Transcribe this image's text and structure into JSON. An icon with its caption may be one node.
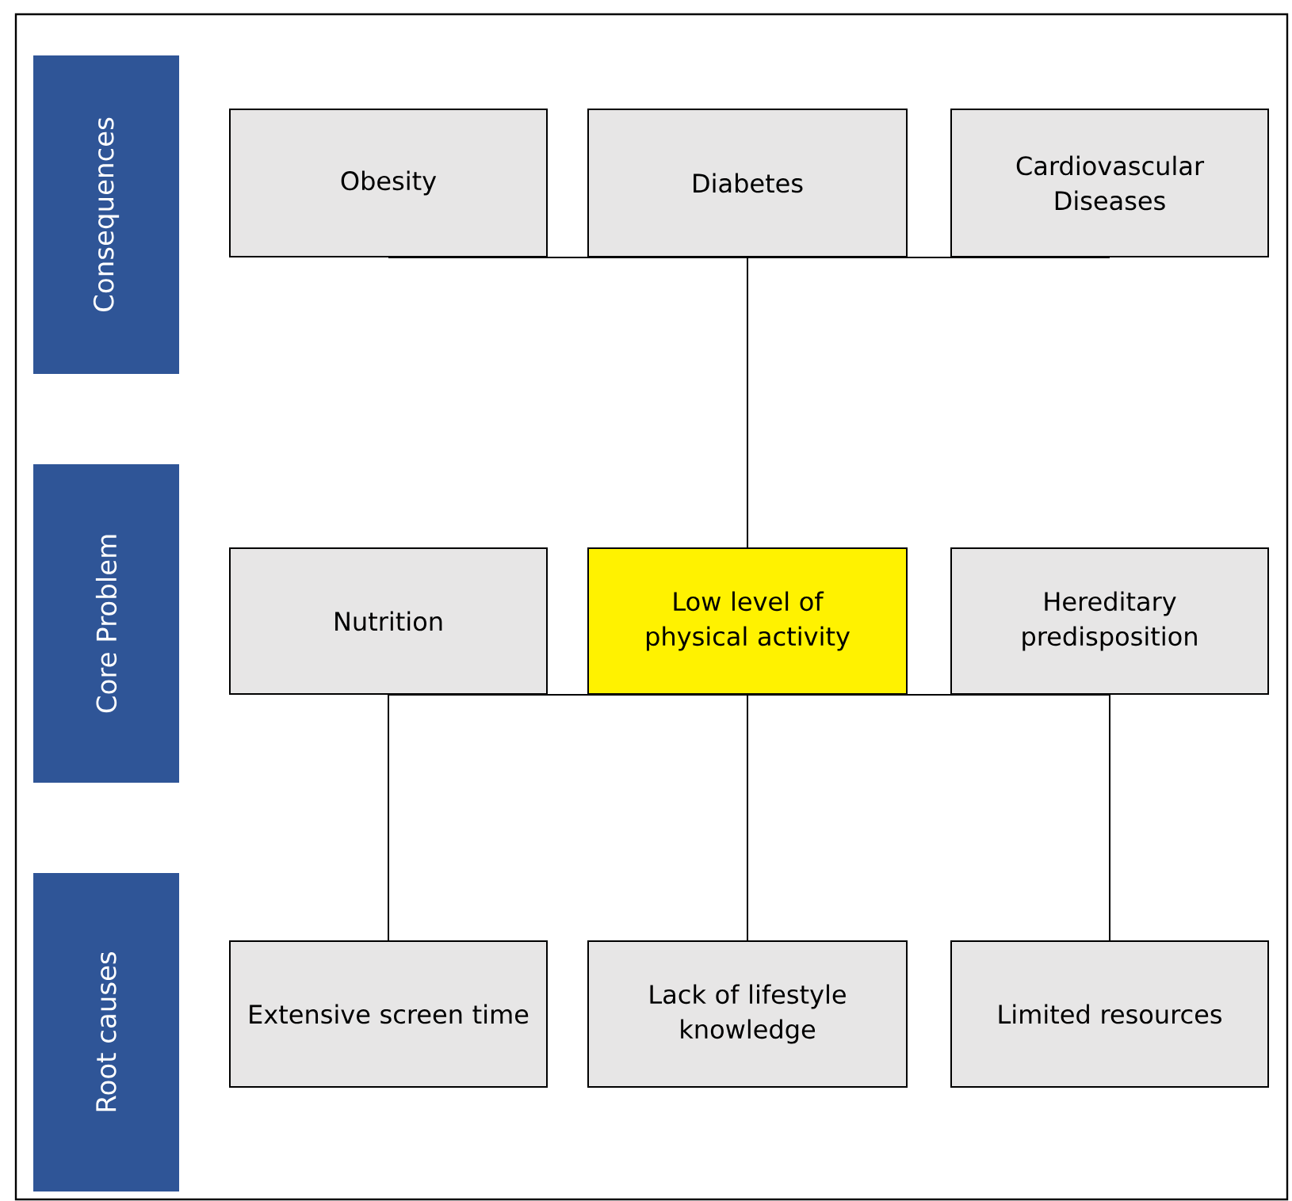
{
  "diagram": {
    "nodes": [
      {
        "text": [
          "Consequences"
        ]
      },
      {
        "text": [
          "Obesity"
        ]
      },
      {
        "text": [
          "Diabetes"
        ]
      },
      {
        "text": [
          "Cardiovascular Diseases"
        ]
      },
      {
        "text": [
          "Core Problem"
        ]
      },
      {
        "text": [
          "Nutrition"
        ]
      },
      {
        "text": [
          "Low level of physical activity"
        ]
      },
      {
        "text": [
          "Hereditary predisposition"
        ]
      },
      {
        "text": [
          "Root causes"
        ]
      },
      {
        "text": [
          "Extensive screen time"
        ]
      },
      {
        "text": [
          "Lack of lifestyle knowledge"
        ]
      },
      {
        "text": [
          "Limited resources"
        ]
      }
    ],
    "edges": [
      {
        "from": 1,
        "to": 6,
        "arrow": "none"
      },
      {
        "from": 2,
        "to": 6,
        "arrow": "none"
      },
      {
        "from": 3,
        "to": 6,
        "arrow": "none"
      },
      {
        "from": 6,
        "to": 9,
        "arrow": "none"
      },
      {
        "from": 6,
        "to": 10,
        "arrow": "none"
      },
      {
        "from": 6,
        "to": 11,
        "arrow": "none"
      }
    ]
  }
}
